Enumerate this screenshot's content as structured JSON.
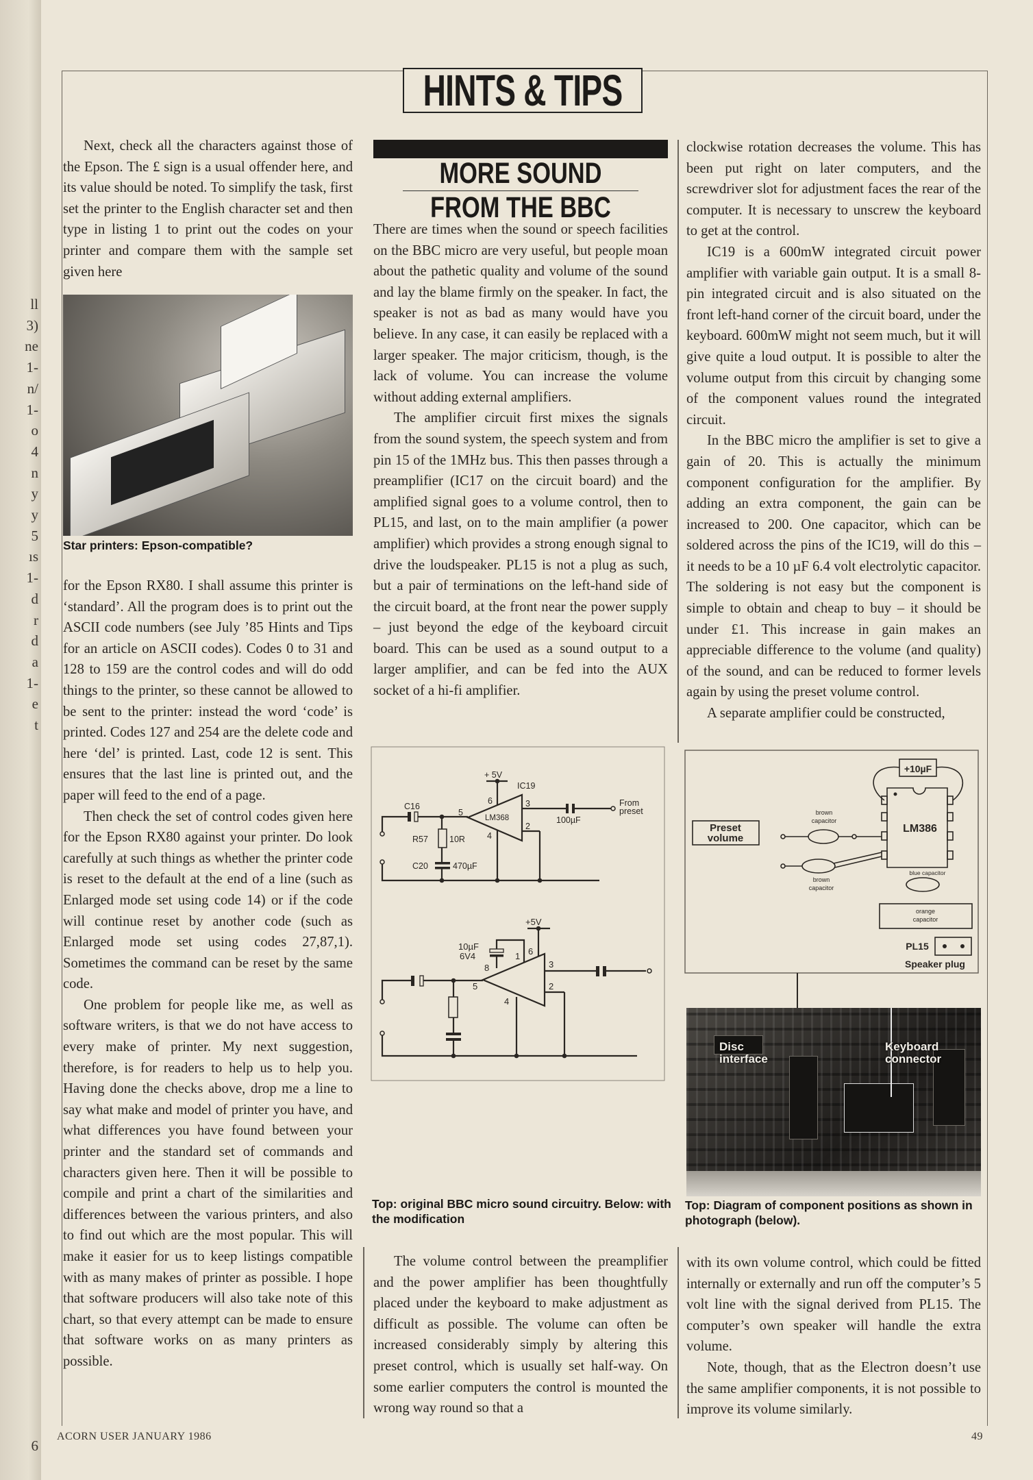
{
  "header": {
    "title": "HINTS & TIPS"
  },
  "prev_page_fragments": [
    "ll",
    "3)",
    "ne",
    "1-",
    "n/",
    "1-",
    "o",
    "4",
    "n",
    "y",
    "y",
    "5",
    "ıs",
    "1-",
    "d",
    "r",
    "d",
    "a",
    "1-",
    "e",
    "t",
    "6"
  ],
  "left_column": {
    "paragraph_1": "Next, check all the characters against those of the Epson. The £ sign is a usual offender here, and its value should be noted. To simplify the task, first set the printer to the English character set and then type in listing 1 to print out the codes on your printer and compare them with the sample set given here",
    "photo_caption": "Star printers: Epson-compatible?",
    "paragraph_2": "for the Epson RX80. I shall assume this printer is ‘standard’. All the program does is to print out the ASCII code numbers (see July ’85 Hints and Tips for an article on ASCII codes). Codes 0 to 31 and 128 to 159 are the control codes and will do odd things to the printer, so these cannot be allowed to be sent to the printer: instead the word ‘code’ is printed. Codes 127 and 254 are the delete code and here ‘del’ is printed. Last, code 12 is sent. This ensures that the last line is printed out, and the paper will feed to the end of a page.",
    "paragraph_3": "Then check the set of control codes given here for the Epson RX80 against your printer. Do look carefully at such things as whether the printer code is reset to the default at the end of a line (such as Enlarged mode set using code 14) or if the code will continue reset by another code (such as Enlarged mode set using codes 27,87,1). Sometimes the command can be reset by the same code.",
    "paragraph_4": "One problem for people like me, as well as software writers, is that we do not have access to every make of printer. My next suggestion, therefore, is for readers to help us to help you. Having done the checks above, drop me a line to say what make and model of printer you have, and what differences you have found between your printer and the standard set of commands and characters given here. Then it will be possible to compile and print a chart of the similarities and differences between the various printers, and also to find out which are the most popular. This will make it easier for us to keep listings compatible with as many makes of printer as possible. I hope that software producers will also take note of this chart, so that every attempt can be made to ensure that software works on as many printers as possible."
  },
  "middle_column": {
    "headline_line1": "MORE SOUND",
    "headline_line2": "FROM THE BBC",
    "paragraph_1": "There are times when the sound or speech facilities on the BBC micro are very useful, but people moan about the pathetic quality and volume of the sound and lay the blame firmly on the speaker. In fact, the speaker is not as bad as many would have you believe. In any case, it can easily be replaced with a larger speaker. The major criticism, though, is the lack of volume. You can increase the volume without adding external amplifiers.",
    "paragraph_2": "The amplifier circuit first mixes the signals from the sound system, the speech system and from pin 15 of the 1MHz bus. This then passes through a preamplifier (IC17 on the circuit board) and the amplified signal goes to a volume control, then to PL15, and last, on to the main amplifier (a power amplifier) which provides a strong enough signal to drive the loudspeaker. PL15 is not a plug as such, but a pair of terminations on the left-hand side of the circuit board, at the front near the power supply – just beyond the edge of the keyboard circuit board. This can be used as a sound output to a larger amplifier, and can be fed into the AUX socket of a hi-fi amplifier.",
    "diagram_caption": "Top: original BBC micro sound circuitry. Below: with the modification",
    "paragraph_3": "The volume control between the preamplifier and the power amplifier has been thoughtfully placed under the keyboard to make adjustment as difficult as possible. The volume can often be increased considerably simply by altering this preset control, which is usually set half-way. On some earlier computers the control is mounted the wrong way round so that a"
  },
  "circuit_top": {
    "supply": "+ 5V",
    "ic": "IC19",
    "chip": "LM368",
    "c16": "C16",
    "r57": "R57",
    "r57_value": "10R",
    "c20": "C20",
    "c20_value": "470µF",
    "out_cap": "100µF",
    "from": "From",
    "preset": "preset",
    "pin6": "6",
    "pin5": "5",
    "pin4": "4",
    "pin3": "3",
    "pin2": "2"
  },
  "circuit_bottom": {
    "supply": "+5V",
    "cap_value": "10µF",
    "cap_voltage": "6V4",
    "pin8": "8",
    "pin1": "1",
    "pin6": "6",
    "pin5": "5",
    "pin4": "4",
    "pin3": "3",
    "pin2": "2"
  },
  "component_diagram": {
    "preset_line1": "Preset",
    "preset_line2": "volume",
    "top_cap": "+10µF",
    "chip": "LM386",
    "brown1_line1": "brown",
    "brown1_line2": "capacitor",
    "brown2_line1": "brown",
    "brown2_line2": "capacitor",
    "blue": "blue capacitor",
    "orange_line1": "orange",
    "orange_line2": "capacitor",
    "pl15": "PL15",
    "speaker_plug": "Speaker plug"
  },
  "board_photo": {
    "label_disc_1": "Disc",
    "label_disc_2": "interface",
    "label_kbd_1": "Keyboard",
    "label_kbd_2": "connector"
  },
  "right_column": {
    "paragraph_1": "clockwise rotation decreases the volume. This has been put right on later computers, and the screwdriver slot for adjustment faces the rear of the computer. It is necessary to unscrew the keyboard to get at the control.",
    "paragraph_2": "IC19 is a 600mW integrated circuit power amplifier with variable gain output. It is a small 8-pin integrated circuit and is also situated on the front left-hand corner of the circuit board, under the keyboard. 600mW might not seem much, but it will give quite a loud output. It is possible to alter the volume output from this circuit by changing some of the component values round the integrated circuit.",
    "paragraph_3": "In the BBC micro the amplifier is set to give a gain of 20. This is actually the minimum component configuration for the amplifier. By adding an extra component, the gain can be increased to 200. One capacitor, which can be soldered across the pins of the IC19, will do this – it needs to be a 10 µF 6.4 volt electrolytic capacitor. The soldering is not easy but the component is simple to obtain and cheap to buy – it should be under £1. This increase in gain makes an appreciable difference to the volume (and quality) of the sound, and can be reduced to former levels again by using the preset volume control.",
    "paragraph_4": "A separate amplifier could be constructed,",
    "diagram_caption": "Top: Diagram of component positions as shown in photograph (below).",
    "paragraph_5": "with its own volume control, which could be fitted internally or externally and run off the computer’s 5 volt line with the signal derived from PL15. The computer’s own speaker will handle the extra volume.",
    "paragraph_6": "Note, though, that as the Electron doesn’t use the same amplifier components, it is not possible to improve its volume similarly."
  },
  "footer": {
    "publication": "ACORN USER JANUARY 1986",
    "page_number": "49"
  }
}
